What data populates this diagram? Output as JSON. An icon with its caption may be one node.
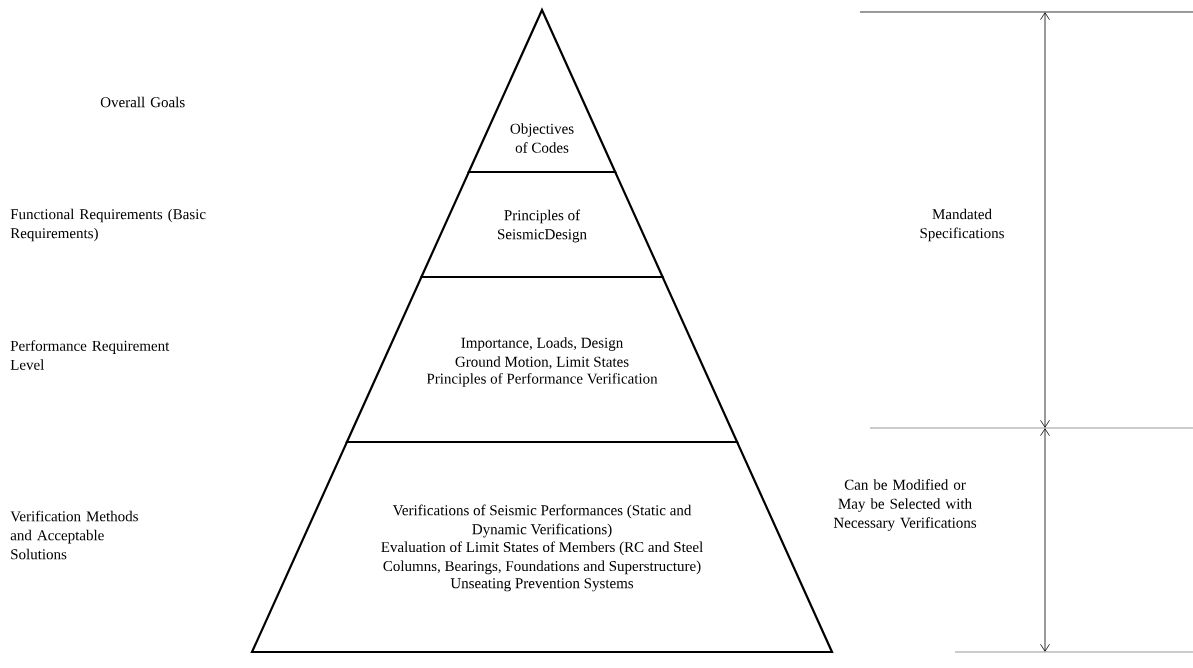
{
  "diagram": {
    "nodes": [
      {
        "text": [
          "Objectives of Codes"
        ]
      },
      {
        "text": [
          "Principles of SeismicDesign"
        ]
      },
      {
        "text": [
          "Importance, Loads, Design Ground Motion, Limit States",
          "Principles of Performance Verification"
        ]
      },
      {
        "text": [
          "Verifications of Seismic Performances (Static and Dynamic Verifications)",
          "Evaluation of Limit States of Members (RC and Steel Columns, Bearings, Foundations and Superstructure)",
          "Unseating Prevention Systems"
        ]
      }
    ],
    "labels": [
      "Overall Goals",
      "Mandated Specifications",
      "Functional Requirements (Basic Requirements)",
      "Performance Requirement Level",
      "Verification Methods and Acceptable Solutions",
      "Can be Modified or May be Selected with Necessary Verifications"
    ]
  }
}
